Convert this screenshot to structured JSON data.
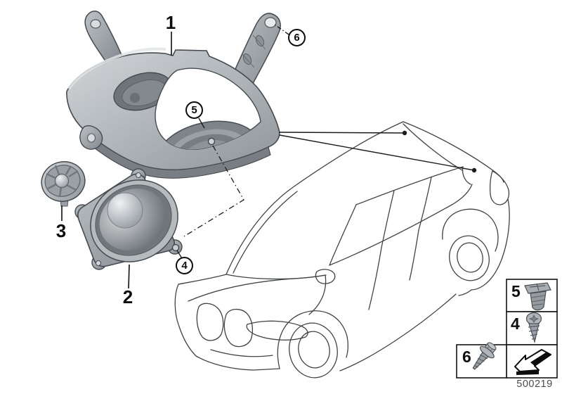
{
  "figure": {
    "background": "#ffffff",
    "doc_number": "500219"
  },
  "callouts": {
    "plain": [
      {
        "id": "1",
        "part": "speaker-mount-bracket"
      },
      {
        "id": "2",
        "part": "woofer-speaker"
      },
      {
        "id": "3",
        "part": "tweeter-speaker"
      }
    ],
    "circled": [
      {
        "id": "4",
        "part": "screw-on-woofer"
      },
      {
        "id": "5",
        "part": "expansion-rivet-on-bracket"
      },
      {
        "id": "6",
        "part": "hex-screw-on-bracket"
      }
    ]
  },
  "legend": {
    "rows": [
      {
        "number": "5",
        "icon": "expansion-rivet-icon"
      },
      {
        "number": "4",
        "icon": "pan-head-screw-icon"
      },
      {
        "number": "6",
        "icon": "hex-flange-screw-icon"
      }
    ],
    "arrow_icon": "direction-arrow-icon"
  },
  "colors": {
    "part_light": "#cdd1d4",
    "part_mid": "#a4a9ae",
    "part_dark": "#74797e",
    "outline": "#454a50",
    "car_line": "#3f4347",
    "callout_line": "#1c1c1c"
  }
}
